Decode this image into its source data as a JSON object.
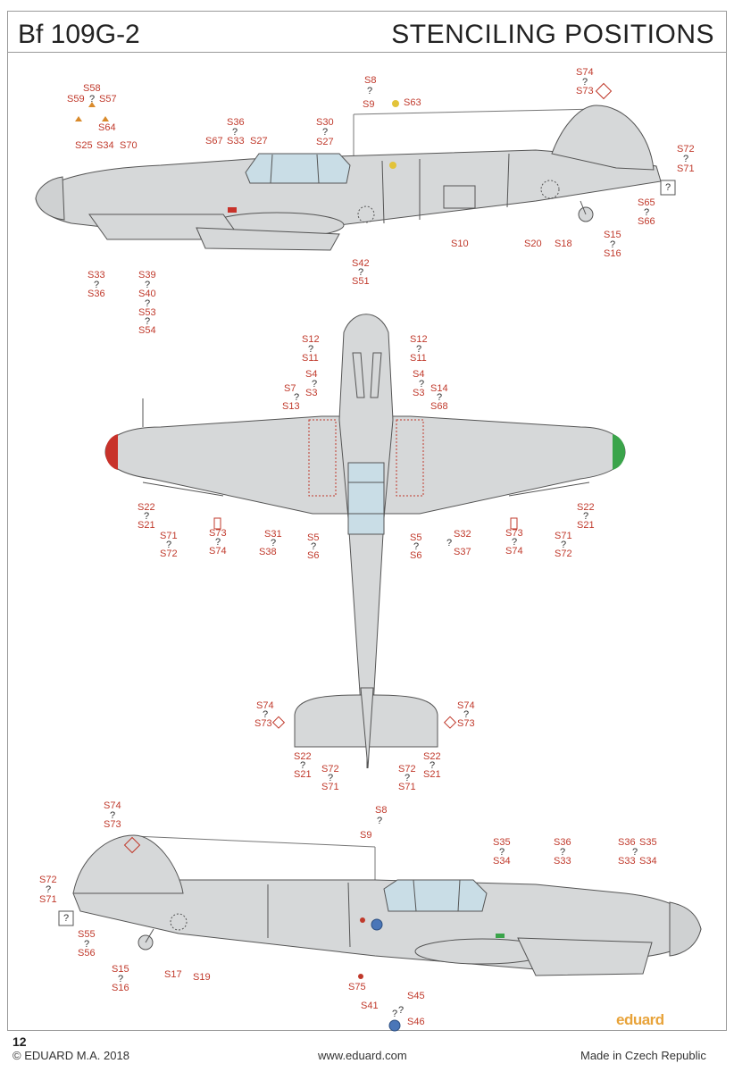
{
  "header": {
    "model": "Bf 109G-2",
    "title": "STENCILING POSITIONS"
  },
  "page_number": "12",
  "footer": {
    "copyright": "© EDUARD  M.A. 2018",
    "website": "www.eduard.com",
    "made_in": "Made in Czech Republic"
  },
  "logo": "eduard",
  "colors": {
    "stencil_red": "#c0392b",
    "airframe_grey": "#d6d8d9",
    "outline": "#555555",
    "italian_red": "#c8322a",
    "italian_green": "#3aa44a"
  },
  "views": {
    "left_profile": [
      {
        "t": "S58"
      },
      {
        "t": "?"
      },
      {
        "t": "S59"
      },
      {
        "t": "S57"
      },
      {
        "t": "S64"
      },
      {
        "t": "S25"
      },
      {
        "t": "S34"
      },
      {
        "t": "S70"
      },
      {
        "t": "S36"
      },
      {
        "t": "?"
      },
      {
        "t": "S67"
      },
      {
        "t": "S33"
      },
      {
        "t": "S27"
      },
      {
        "t": "S8"
      },
      {
        "t": "?"
      },
      {
        "t": "S9"
      },
      {
        "t": "S63"
      },
      {
        "t": "S30"
      },
      {
        "t": "?"
      },
      {
        "t": "S27"
      },
      {
        "t": "S74"
      },
      {
        "t": "?"
      },
      {
        "t": "S73"
      },
      {
        "t": "S72"
      },
      {
        "t": "?"
      },
      {
        "t": "S71"
      },
      {
        "t": "?"
      },
      {
        "t": "S65"
      },
      {
        "t": "?"
      },
      {
        "t": "S66"
      },
      {
        "t": "S15"
      },
      {
        "t": "?"
      },
      {
        "t": "S16"
      },
      {
        "t": "S18"
      },
      {
        "t": "S20"
      },
      {
        "t": "S10"
      },
      {
        "t": "S42"
      },
      {
        "t": "?"
      },
      {
        "t": "S51"
      },
      {
        "t": "S33"
      },
      {
        "t": "?"
      },
      {
        "t": "S36"
      },
      {
        "t": "S39"
      },
      {
        "t": "?"
      },
      {
        "t": "S40"
      },
      {
        "t": "?"
      },
      {
        "t": "S53"
      },
      {
        "t": "?"
      },
      {
        "t": "S54"
      }
    ],
    "top_view": [
      {
        "t": "S12"
      },
      {
        "t": "?"
      },
      {
        "t": "S11"
      },
      {
        "t": "S12"
      },
      {
        "t": "?"
      },
      {
        "t": "S11"
      },
      {
        "t": "S4"
      },
      {
        "t": "?"
      },
      {
        "t": "S7"
      },
      {
        "t": "S3"
      },
      {
        "t": "?"
      },
      {
        "t": "S13"
      },
      {
        "t": "S4"
      },
      {
        "t": "?"
      },
      {
        "t": "S3"
      },
      {
        "t": "S14"
      },
      {
        "t": "?"
      },
      {
        "t": "S68"
      },
      {
        "t": "S22"
      },
      {
        "t": "?"
      },
      {
        "t": "S21"
      },
      {
        "t": "S71"
      },
      {
        "t": "?"
      },
      {
        "t": "S72"
      },
      {
        "t": "S73"
      },
      {
        "t": "?"
      },
      {
        "t": "S74"
      },
      {
        "t": "S31"
      },
      {
        "t": "?"
      },
      {
        "t": "S38"
      },
      {
        "t": "S5"
      },
      {
        "t": "?"
      },
      {
        "t": "S6"
      },
      {
        "t": "S5"
      },
      {
        "t": "?"
      },
      {
        "t": "S6"
      },
      {
        "t": "S32"
      },
      {
        "t": "?"
      },
      {
        "t": "S37"
      },
      {
        "t": "S73"
      },
      {
        "t": "?"
      },
      {
        "t": "S74"
      },
      {
        "t": "S71"
      },
      {
        "t": "?"
      },
      {
        "t": "S72"
      },
      {
        "t": "S22"
      },
      {
        "t": "?"
      },
      {
        "t": "S21"
      },
      {
        "t": "S74"
      },
      {
        "t": "?"
      },
      {
        "t": "S73"
      },
      {
        "t": "S74"
      },
      {
        "t": "?"
      },
      {
        "t": "S73"
      },
      {
        "t": "S22"
      },
      {
        "t": "?"
      },
      {
        "t": "S21"
      },
      {
        "t": "S72"
      },
      {
        "t": "?"
      },
      {
        "t": "S71"
      },
      {
        "t": "S72"
      },
      {
        "t": "?"
      },
      {
        "t": "S71"
      },
      {
        "t": "S22"
      },
      {
        "t": "?"
      },
      {
        "t": "S21"
      }
    ],
    "right_profile": [
      {
        "t": "S74"
      },
      {
        "t": "?"
      },
      {
        "t": "S73"
      },
      {
        "t": "S8"
      },
      {
        "t": "?"
      },
      {
        "t": "S9"
      },
      {
        "t": "S35"
      },
      {
        "t": "?"
      },
      {
        "t": "S34"
      },
      {
        "t": "S36"
      },
      {
        "t": "?"
      },
      {
        "t": "S33"
      },
      {
        "t": "S36"
      },
      {
        "t": "S35"
      },
      {
        "t": "?"
      },
      {
        "t": "S33"
      },
      {
        "t": "S34"
      },
      {
        "t": "S72"
      },
      {
        "t": "?"
      },
      {
        "t": "S71"
      },
      {
        "t": "?"
      },
      {
        "t": "S55"
      },
      {
        "t": "?"
      },
      {
        "t": "S56"
      },
      {
        "t": "S15"
      },
      {
        "t": "?"
      },
      {
        "t": "S16"
      },
      {
        "t": "S17"
      },
      {
        "t": "S19"
      },
      {
        "t": "S75"
      },
      {
        "t": "?"
      },
      {
        "t": "S41"
      },
      {
        "t": "S45"
      },
      {
        "t": "?"
      },
      {
        "t": "S46"
      }
    ]
  }
}
